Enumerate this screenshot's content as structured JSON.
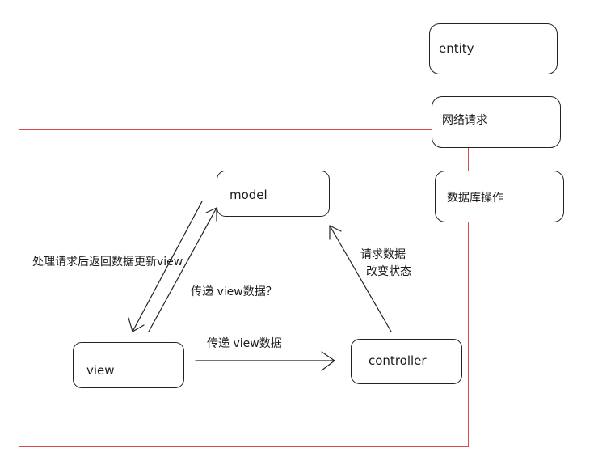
{
  "nodes": {
    "entity": "entity",
    "network": "网络请求",
    "database": "数据库操作",
    "model": "model",
    "view": "view",
    "controller": "controller"
  },
  "edge_labels": {
    "model_to_view": "处理请求后返回数据更新view",
    "view_to_model": "传递 view数据？",
    "view_to_controller": "传递 view数据",
    "controller_to_model_line1": "请求数据",
    "controller_to_model_line2": "改变状态"
  },
  "colors": {
    "frame": "#d94a4a",
    "stroke": "#222222"
  }
}
